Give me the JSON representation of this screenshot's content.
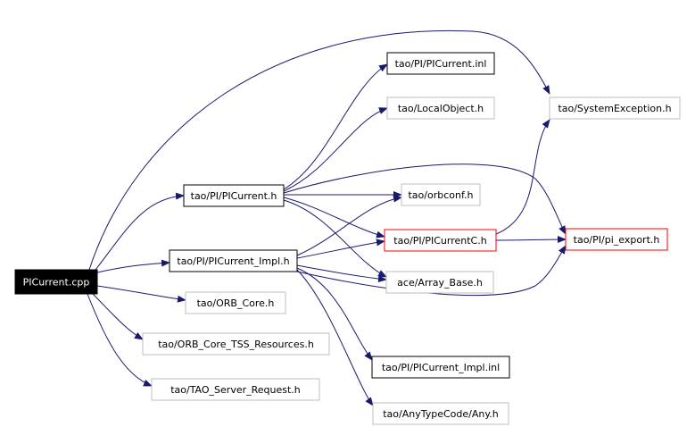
{
  "colors": {
    "edge": "#191970",
    "root_fill": "#000000",
    "root_text": "#ffffff",
    "black_border": "#000000",
    "red_border": "#ff0000",
    "gray_border": "#bfbfbf",
    "text": "#000000"
  },
  "nodes": [
    {
      "id": "picurrent_cpp",
      "label": "PICurrent.cpp",
      "style": "root"
    },
    {
      "id": "picurrent_h",
      "label": "tao/PI/PICurrent.h",
      "style": "black"
    },
    {
      "id": "picurrent_impl_h",
      "label": "tao/PI/PICurrent_Impl.h",
      "style": "black"
    },
    {
      "id": "orb_core_h",
      "label": "tao/ORB_Core.h",
      "style": "gray"
    },
    {
      "id": "orb_core_tss_h",
      "label": "tao/ORB_Core_TSS_Resources.h",
      "style": "gray"
    },
    {
      "id": "tao_server_request_h",
      "label": "tao/TAO_Server_Request.h",
      "style": "gray"
    },
    {
      "id": "picurrent_inl",
      "label": "tao/PI/PICurrent.inl",
      "style": "black"
    },
    {
      "id": "localobject_h",
      "label": "tao/LocalObject.h",
      "style": "gray"
    },
    {
      "id": "orbconf_h",
      "label": "tao/orbconf.h",
      "style": "gray"
    },
    {
      "id": "picurrentc_h",
      "label": "tao/PI/PICurrentC.h",
      "style": "red"
    },
    {
      "id": "array_base_h",
      "label": "ace/Array_Base.h",
      "style": "gray"
    },
    {
      "id": "picurrent_impl_inl",
      "label": "tao/PI/PICurrent_Impl.inl",
      "style": "black"
    },
    {
      "id": "any_h",
      "label": "tao/AnyTypeCode/Any.h",
      "style": "gray"
    },
    {
      "id": "systemexception_h",
      "label": "tao/SystemException.h",
      "style": "gray"
    },
    {
      "id": "pi_export_h",
      "label": "tao/PI/pi_export.h",
      "style": "red"
    }
  ],
  "edges": [
    {
      "from": "picurrent_cpp",
      "to": "picurrent_h"
    },
    {
      "from": "picurrent_cpp",
      "to": "picurrent_impl_h"
    },
    {
      "from": "picurrent_cpp",
      "to": "orb_core_h"
    },
    {
      "from": "picurrent_cpp",
      "to": "orb_core_tss_h"
    },
    {
      "from": "picurrent_cpp",
      "to": "tao_server_request_h"
    },
    {
      "from": "picurrent_cpp",
      "to": "systemexception_h"
    },
    {
      "from": "picurrent_h",
      "to": "picurrent_inl"
    },
    {
      "from": "picurrent_h",
      "to": "localobject_h"
    },
    {
      "from": "picurrent_h",
      "to": "orbconf_h"
    },
    {
      "from": "picurrent_h",
      "to": "picurrentc_h"
    },
    {
      "from": "picurrent_h",
      "to": "array_base_h"
    },
    {
      "from": "picurrent_h",
      "to": "pi_export_h"
    },
    {
      "from": "picurrent_impl_h",
      "to": "orbconf_h"
    },
    {
      "from": "picurrent_impl_h",
      "to": "picurrentc_h"
    },
    {
      "from": "picurrent_impl_h",
      "to": "array_base_h"
    },
    {
      "from": "picurrent_impl_h",
      "to": "picurrent_impl_inl"
    },
    {
      "from": "picurrent_impl_h",
      "to": "any_h"
    },
    {
      "from": "picurrent_impl_h",
      "to": "pi_export_h"
    },
    {
      "from": "picurrentc_h",
      "to": "systemexception_h"
    },
    {
      "from": "picurrentc_h",
      "to": "pi_export_h"
    }
  ]
}
